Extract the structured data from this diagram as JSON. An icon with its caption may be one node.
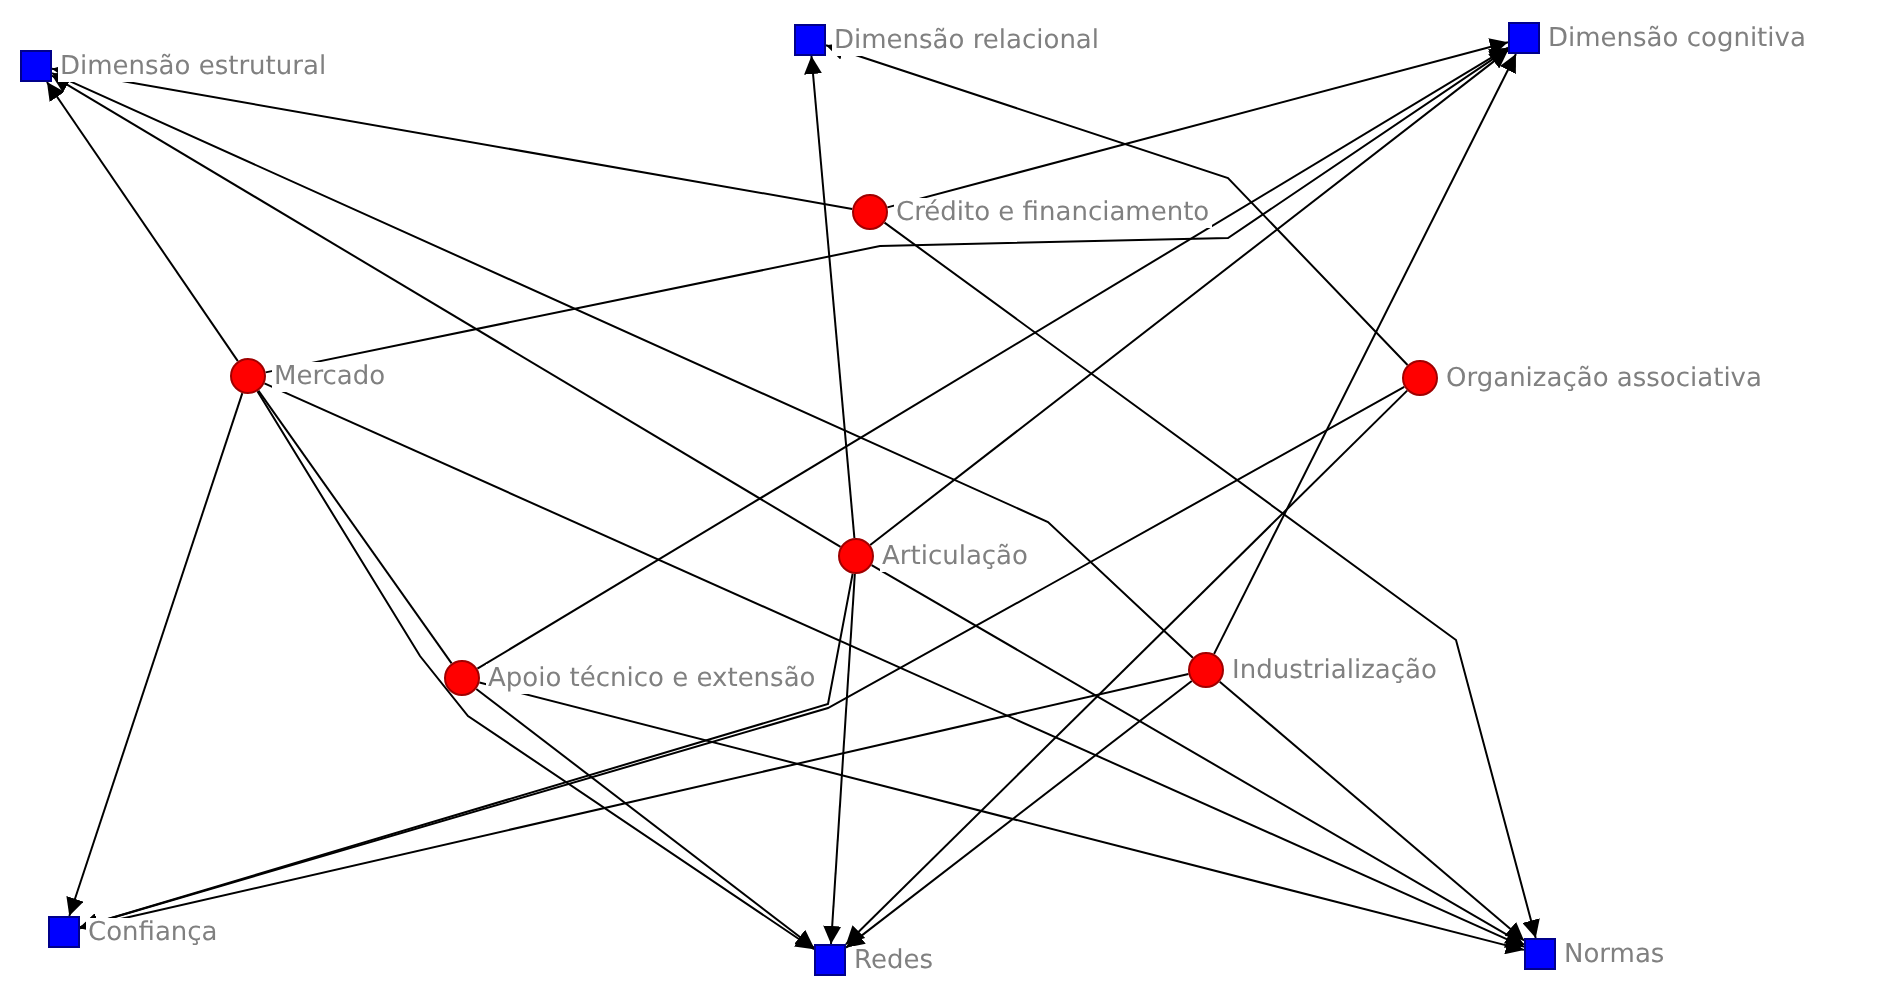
{
  "diagram": {
    "nodes": [
      {
        "text": [
          "Dimensão estrutural"
        ]
      },
      {
        "text": [
          "Dimensão relacional"
        ]
      },
      {
        "text": [
          "Dimensão cognitiva"
        ]
      },
      {
        "text": [
          "Crédito e financiamento"
        ]
      },
      {
        "text": [
          "Mercado"
        ]
      },
      {
        "text": [
          "Organização associativa"
        ]
      },
      {
        "text": [
          "Articulação"
        ]
      },
      {
        "text": [
          "Apoio técnico e extensão"
        ]
      },
      {
        "text": [
          "Industrialização"
        ]
      },
      {
        "text": [
          "Confiança"
        ]
      },
      {
        "text": [
          "Redes"
        ]
      },
      {
        "text": [
          "Normas"
        ]
      }
    ],
    "edges": [
      {
        "from": 3,
        "to": 0,
        "arrow": "to"
      },
      {
        "from": 3,
        "to": 2,
        "arrow": "to"
      },
      {
        "from": 3,
        "to": 11,
        "arrow": "to"
      },
      {
        "from": 4,
        "to": 0,
        "arrow": "to"
      },
      {
        "from": 4,
        "to": 2,
        "arrow": "to"
      },
      {
        "from": 4,
        "to": 9,
        "arrow": "to"
      },
      {
        "from": 4,
        "to": 7,
        "arrow": "none"
      },
      {
        "from": 4,
        "to": 10,
        "arrow": "to"
      },
      {
        "from": 4,
        "to": 11,
        "arrow": "to"
      },
      {
        "from": 5,
        "to": 1,
        "arrow": "to"
      },
      {
        "from": 5,
        "to": 9,
        "arrow": "to"
      },
      {
        "from": 5,
        "to": 10,
        "arrow": "to"
      },
      {
        "from": 6,
        "to": 0,
        "arrow": "to"
      },
      {
        "from": 6,
        "to": 1,
        "arrow": "to"
      },
      {
        "from": 6,
        "to": 2,
        "arrow": "to"
      },
      {
        "from": 6,
        "to": 9,
        "arrow": "to"
      },
      {
        "from": 6,
        "to": 10,
        "arrow": "to"
      },
      {
        "from": 6,
        "to": 11,
        "arrow": "to"
      },
      {
        "from": 7,
        "to": 2,
        "arrow": "to"
      },
      {
        "from": 7,
        "to": 10,
        "arrow": "to"
      },
      {
        "from": 7,
        "to": 11,
        "arrow": "to"
      },
      {
        "from": 8,
        "to": 0,
        "arrow": "to"
      },
      {
        "from": 8,
        "to": 2,
        "arrow": "to"
      },
      {
        "from": 8,
        "to": 9,
        "arrow": "to"
      },
      {
        "from": 8,
        "to": 10,
        "arrow": "to"
      },
      {
        "from": 8,
        "to": 11,
        "arrow": "to"
      }
    ]
  }
}
